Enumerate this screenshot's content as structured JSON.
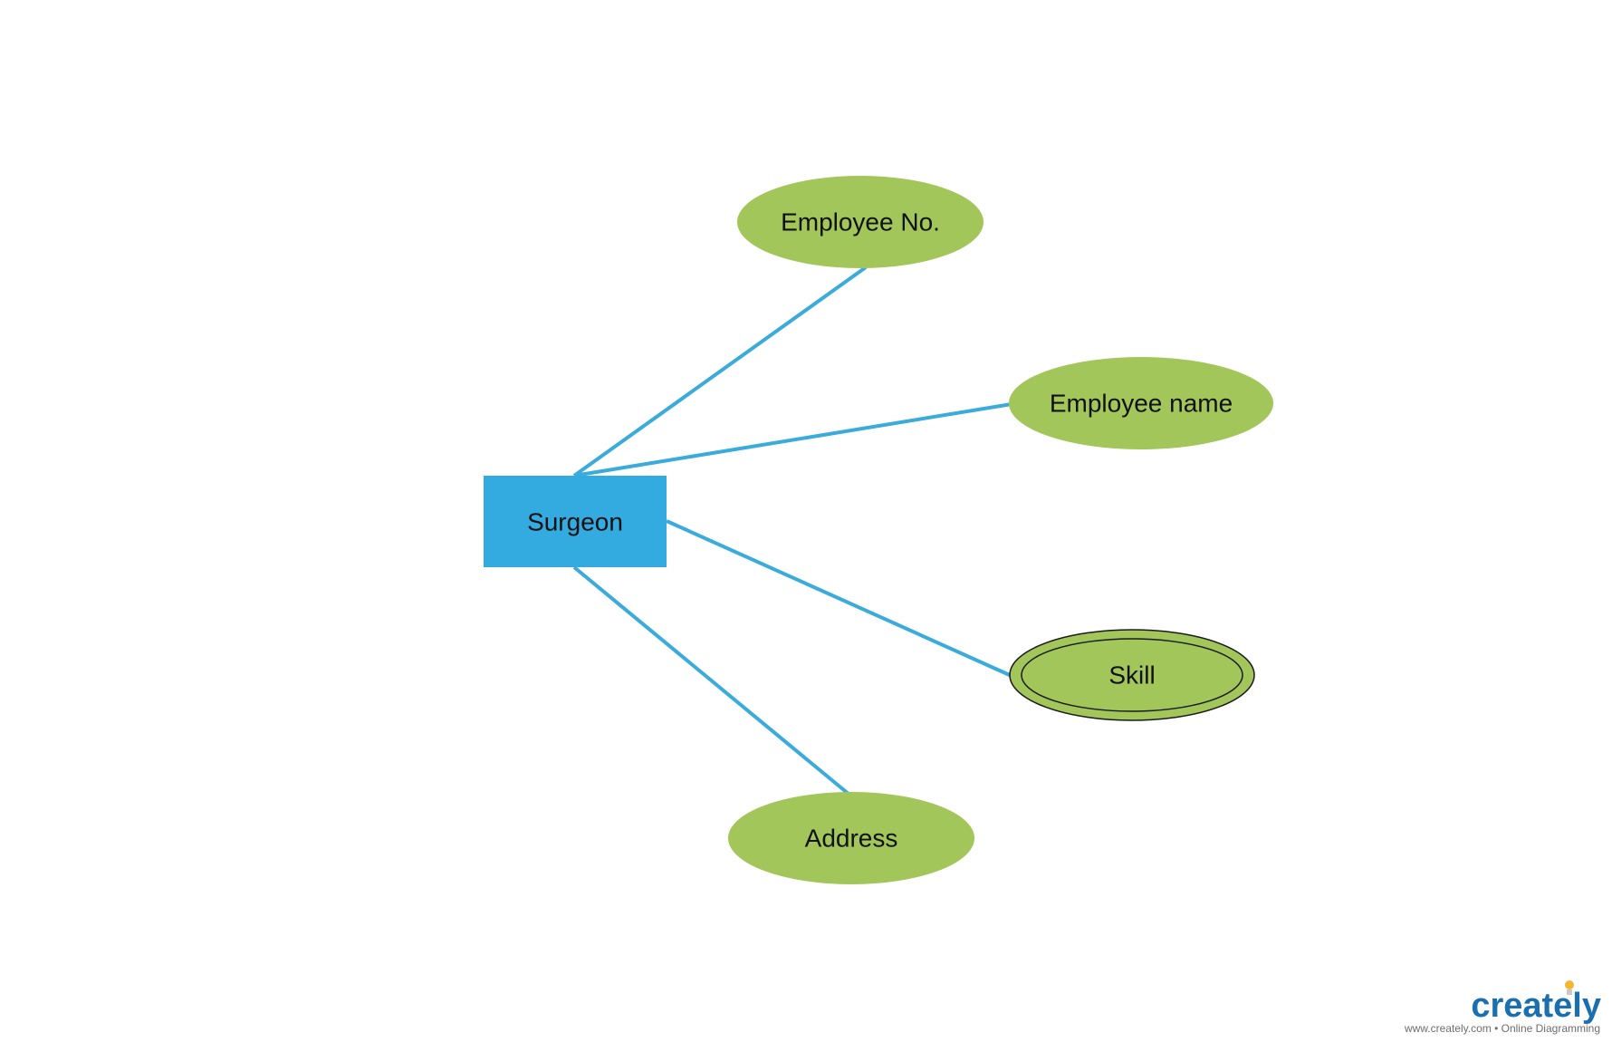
{
  "diagram": {
    "entity": {
      "label": "Surgeon"
    },
    "attributes": [
      {
        "label": "Employee No.",
        "multivalued": false
      },
      {
        "label": "Employee name",
        "multivalued": false
      },
      {
        "label": "Skill",
        "multivalued": true
      },
      {
        "label": "Address",
        "multivalued": false
      }
    ]
  },
  "colors": {
    "entity_fill": "#33aae0",
    "attribute_fill": "#a2c65a",
    "connector": "#3aabdb",
    "brand_text": "#1b6fae",
    "brand_bulb": "#f2b632"
  },
  "watermark": {
    "brand": "creately",
    "tagline": "www.creately.com • Online Diagramming"
  }
}
